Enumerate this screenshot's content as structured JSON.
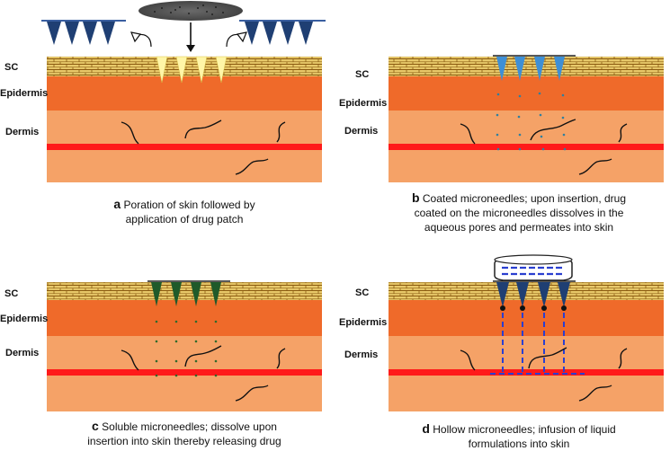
{
  "layer_labels": {
    "sc": "SC",
    "epidermis": "Epidermis",
    "dermis": "Dermis"
  },
  "captions": {
    "a": {
      "letter": "a",
      "text": "Poration of skin followed by",
      "text2": "application of drug patch"
    },
    "b": {
      "letter": "b",
      "text": "Coated microneedles; upon insertion, drug",
      "text2": "coated on the microneedles dissolves in the",
      "text3": "aqueous pores and permeates into skin"
    },
    "c": {
      "letter": "c",
      "text": "Soluble microneedles; dissolve upon",
      "text2": "insertion into skin thereby releasing drug"
    },
    "d": {
      "letter": "d",
      "text": "Hollow microneedles; infusion of liquid",
      "text2": "formulations into skin"
    }
  },
  "colors": {
    "stratum_corneum": "#e8c96a",
    "brick_lines": "#8a5a10",
    "epidermis": "#ef6a2a",
    "dermis": "#f5a267",
    "blood_vessel": "#ff1a1a",
    "needle_a": "#1f3f73",
    "needle_b": "#3e8fd6",
    "needle_c": "#1f5a2a",
    "needle_d": "#1f3f73",
    "pore": "#fff6a8",
    "drug_dots_b": "#2f7f9f",
    "drug_dots_c": "#2f6a2a",
    "drug_lines_d": "#2a3fd0",
    "patch": "#555555"
  },
  "icons": [
    "microneedle-array",
    "drug-patch",
    "curved-arrow-icon",
    "down-arrow-icon",
    "reservoir"
  ]
}
